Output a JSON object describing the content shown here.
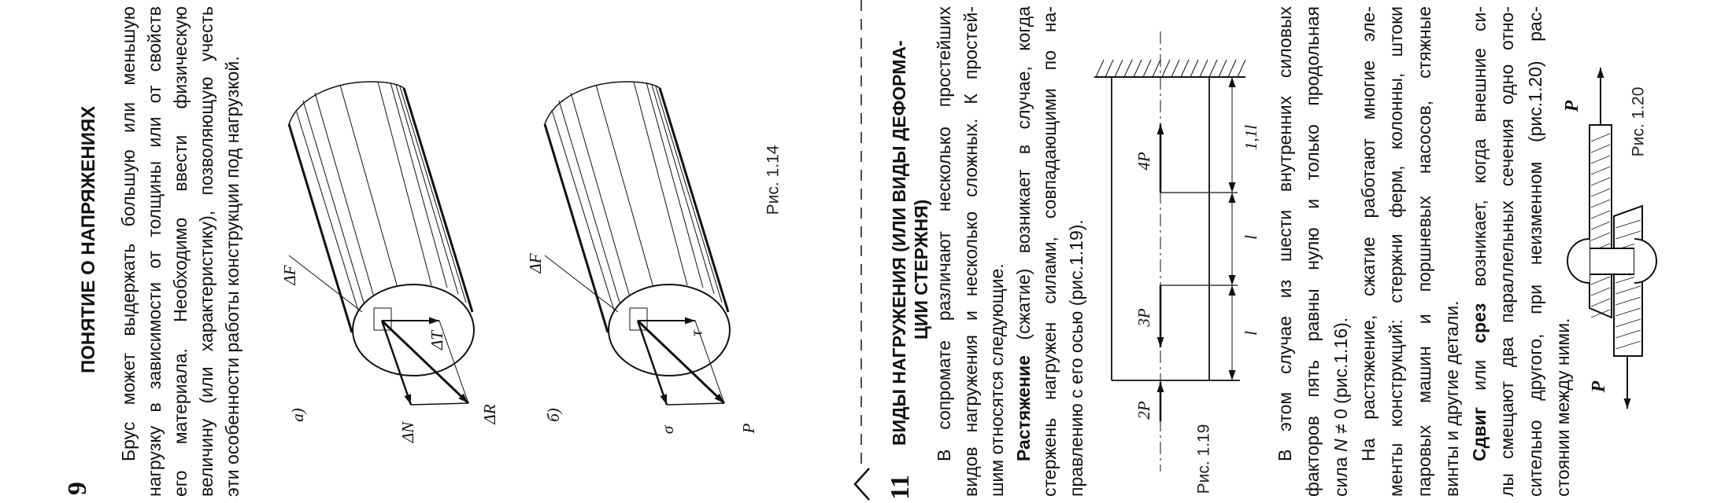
{
  "section1": {
    "number": "9",
    "heading": "ПОНЯТИЕ О НАПРЯЖЕНИЯХ",
    "lines": [
      [
        {
          "text": "Брус может выдержать большую или меньшую"
        }
      ],
      [
        {
          "text": "нагрузку в зависимости от толщины или от свойств"
        }
      ],
      [
        {
          "text": "его материала. Необходимо ввести физическую"
        }
      ],
      [
        {
          "text": "величину (или характеристику), позволяющую учесть"
        }
      ],
      [
        {
          "text": "эти особенности работы конструкции под нагрузкой."
        }
      ]
    ]
  },
  "fig114": {
    "label_a": "а)",
    "label_b": "б)",
    "dF": "ΔF",
    "dT": "ΔT",
    "dN": "ΔN",
    "dR": "ΔR",
    "sigma": "σ",
    "tau": "τ",
    "P": "P",
    "caption": "Рис. 1.14"
  },
  "section2": {
    "number": "11",
    "heading_line1": "ВИДЫ НАГРУЖЕНИЯ (ИЛИ ВИДЫ ДЕФОРМА-",
    "heading_line2": "ЦИИ СТЕРЖНЯ)",
    "lines": [
      [
        {
          "text": "В сопромате различают несколько простейших"
        }
      ],
      [
        {
          "text": "видов нагружения и несколько сложных. К простей-"
        }
      ],
      [
        {
          "text": "шим относятся следующие."
        }
      ],
      [
        {
          "text": "Растяжение",
          "bold": true
        },
        {
          "text": " (сжатие) возникает в случае, когда"
        }
      ],
      [
        {
          "text": "стержень нагружен силами, совпадающими по на-"
        }
      ],
      [
        {
          "text": "правлению с его осью (рис.1.19)."
        }
      ]
    ]
  },
  "fig119": {
    "force_2p": "2P",
    "force_3p": "3P",
    "force_4p": "4P",
    "dim_1": "l",
    "dim_2": "l",
    "dim_3": "1,1l",
    "caption": "Рис. 1.19"
  },
  "section3": {
    "lines": [
      [
        {
          "text": "В этом случае из шести внутренних силовых"
        }
      ],
      [
        {
          "text": "факторов пять равны нулю и только продольная"
        }
      ],
      [
        {
          "text": "сила "
        },
        {
          "text": "N",
          "italic": true
        },
        {
          "text": " ≠ 0 (рис.1.16)."
        }
      ],
      [
        {
          "text": "На растяжение, сжатие работают многие эле-"
        }
      ],
      [
        {
          "text": "менты конструкций: стержни ферм, колонны, штоки"
        }
      ],
      [
        {
          "text": "паровых машин и поршневых насосов, стяжные"
        }
      ],
      [
        {
          "text": "винты и другие детали."
        }
      ],
      [
        {
          "text": "Сдвиг",
          "bold": true
        },
        {
          "text": " или "
        },
        {
          "text": "срез",
          "bold": true
        },
        {
          "text": " возникает, когда внешние си-"
        }
      ],
      [
        {
          "text": "лы смещают два параллельных сечения одно отно-"
        }
      ],
      [
        {
          "text": "сительно другого, при неизменном (рис.1.20) рас-"
        }
      ],
      [
        {
          "text": "стоянии между ними."
        }
      ]
    ]
  },
  "fig120": {
    "p_top": "P",
    "p_bottom": "P",
    "caption": "Рис. 1.20"
  }
}
